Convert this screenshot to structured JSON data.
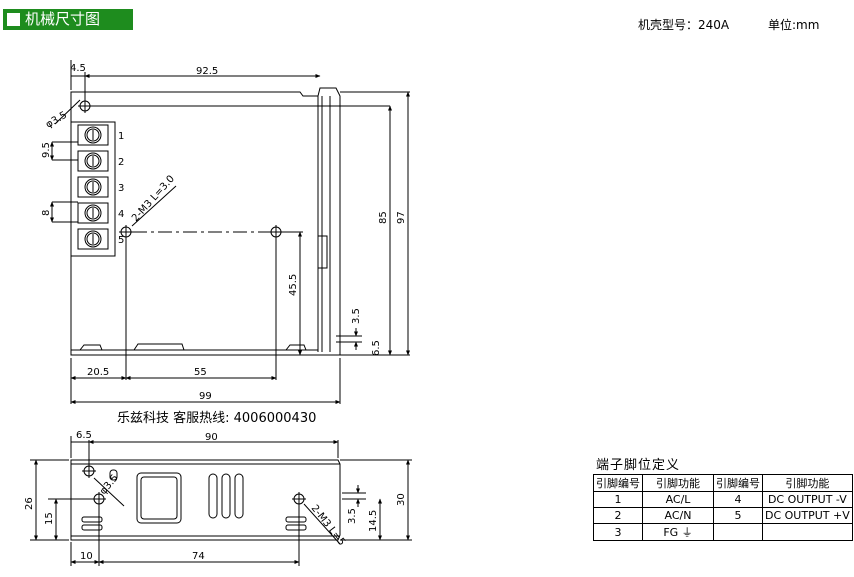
{
  "header": {
    "title": "机械尺寸图"
  },
  "model": "机壳型号：240A",
  "unit": "单位:mm",
  "contact": "乐兹科技 客服热线: 4006000430",
  "top_view": {
    "dims": {
      "d4_5": "4.5",
      "d92_5": "92.5",
      "d3_5hole": "φ3.5",
      "d9_5": "9.5",
      "d8": "8",
      "d85": "85",
      "d97": "97",
      "d45_5": "45.5",
      "d3_5": "3.5",
      "d6_5": "6.5",
      "d20_5": "20.5",
      "d55": "55",
      "d99": "99",
      "m3": "2-M3 L=3.0"
    },
    "terminals": [
      "1",
      "2",
      "3",
      "4",
      "5"
    ]
  },
  "side_view": {
    "dims": {
      "d6_5": "6.5",
      "d90": "90",
      "d26": "26",
      "d15": "15",
      "d3_5hole": "φ3.5",
      "m3": "2-M3 L=5",
      "d3_5": "3.5",
      "d14_5": "14.5",
      "d30": "30",
      "d10": "10",
      "d74": "74"
    }
  },
  "pin_table": {
    "title": "端子脚位定义",
    "headers": [
      "引脚编号",
      "引脚功能",
      "引脚编号",
      "引脚功能"
    ],
    "rows": [
      [
        "1",
        "AC/L",
        "4",
        "DC OUTPUT -V"
      ],
      [
        "2",
        "AC/N",
        "5",
        "DC OUTPUT +V"
      ],
      [
        "3",
        "FG ⏚",
        "",
        ""
      ]
    ]
  }
}
